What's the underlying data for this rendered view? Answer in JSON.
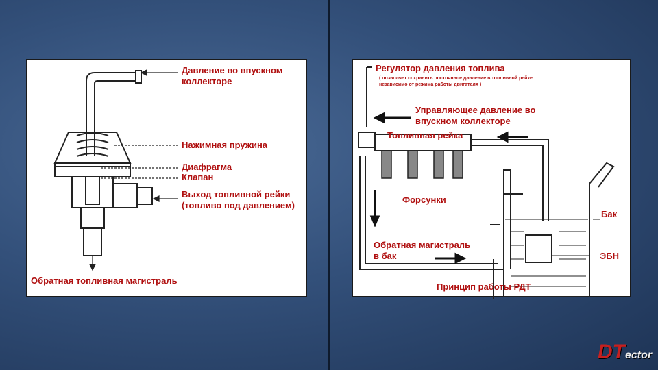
{
  "left_diagram": {
    "labels": {
      "intake_pressure": [
        "Давление во впускном",
        "коллекторе"
      ],
      "spring": "Нажимная пружина",
      "diaphragm": "Диафрагма",
      "valve": "Клапан",
      "rail_outlet": [
        "Выход топливной рейки",
        "(топливо под давлением)"
      ],
      "return_line": "Обратная топливная магистраль"
    }
  },
  "right_diagram": {
    "regulator_title": "Регулятор давления топлива",
    "regulator_note": [
      "( позволяет сохранить постоянное давление в топливной рейке",
      "независимо от режима работы двигателя )"
    ],
    "control_pressure": [
      "Управляющее давление во",
      "впускном коллекторе"
    ],
    "fuel_rail": "Топливная рейка",
    "injectors": "Форсунки",
    "return_line": [
      "Обратная магистраль",
      "в бак"
    ],
    "tank": "Бак",
    "pump": "ЭБН",
    "caption": "Принцип работы РДТ"
  },
  "logo": {
    "text": "DTector"
  },
  "colors": {
    "label": "#b01010",
    "background": "#33507a"
  }
}
